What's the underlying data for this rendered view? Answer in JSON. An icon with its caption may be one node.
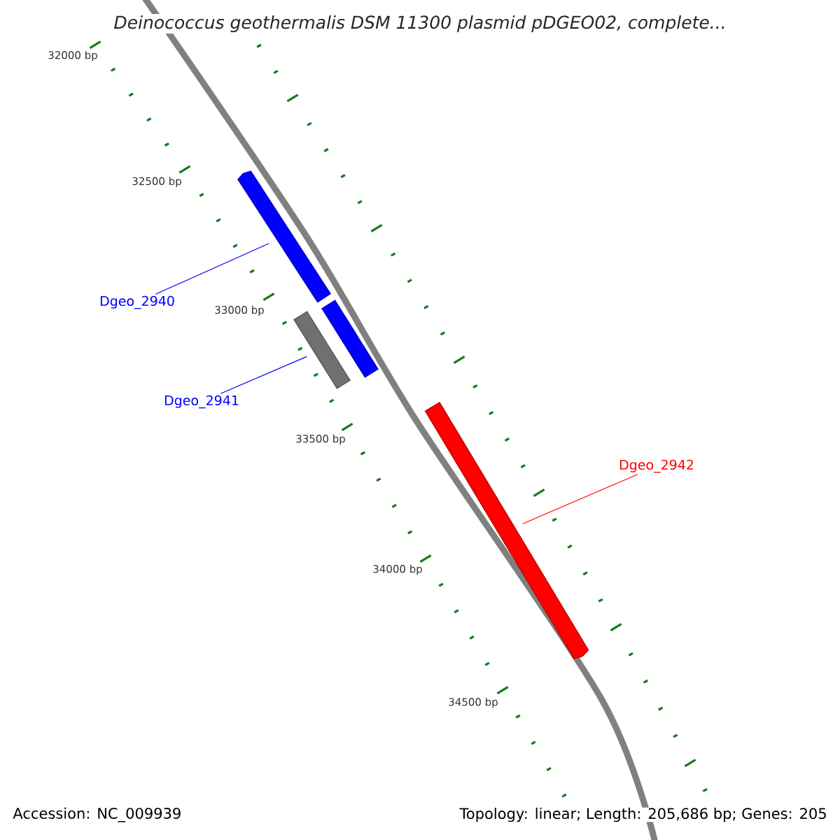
{
  "diagram": {
    "title": "Deinococcus geothermalis DSM 11300 plasmid pDGEO02, complete...",
    "nodes": [
      {
        "text": [
          "Dgeo_2940"
        ]
      },
      {
        "text": [
          "Dgeo_2941"
        ]
      },
      {
        "text": [
          "Dgeo_2942"
        ]
      },
      {
        "text": [],
        "shape": "bar"
      },
      {
        "text": [],
        "shape": "bar"
      },
      {
        "text": [],
        "shape": "bar"
      },
      {
        "text": [],
        "shape": "bar"
      }
    ],
    "edges": [
      {
        "from": 0,
        "to": 3,
        "arrow": "none"
      },
      {
        "from": 1,
        "to": 5,
        "arrow": "none"
      },
      {
        "from": 2,
        "to": 6,
        "arrow": "none",
        "color": "#ff0000"
      }
    ],
    "labels": [
      "32000 bp",
      "32500 bp",
      "33000 bp",
      "33500 bp",
      "34000 bp",
      "34500 bp",
      "Accession: NC_009939",
      "Topology: linear; Length: 205,686 bp; Genes: 205"
    ]
  }
}
